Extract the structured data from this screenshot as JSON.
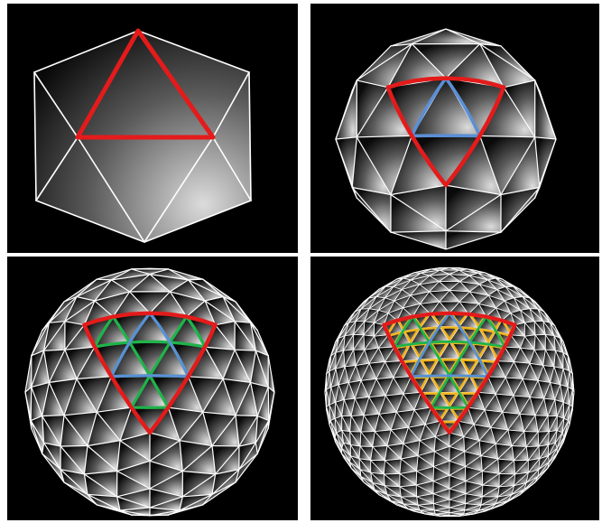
{
  "figure": {
    "colors": {
      "background": "#000000",
      "wire": "#ffffff",
      "level1": "#e31b1b",
      "level2": "#5b8fd6",
      "level3": "#1fb44a",
      "level4": "#f2b51f"
    },
    "panels": [
      {
        "name": "icosahedron",
        "subdivision_level": 0
      },
      {
        "name": "geodesic-level-1",
        "subdivision_level": 1
      },
      {
        "name": "geodesic-level-2",
        "subdivision_level": 2
      },
      {
        "name": "geodesic-level-3",
        "subdivision_level": 3
      }
    ]
  }
}
